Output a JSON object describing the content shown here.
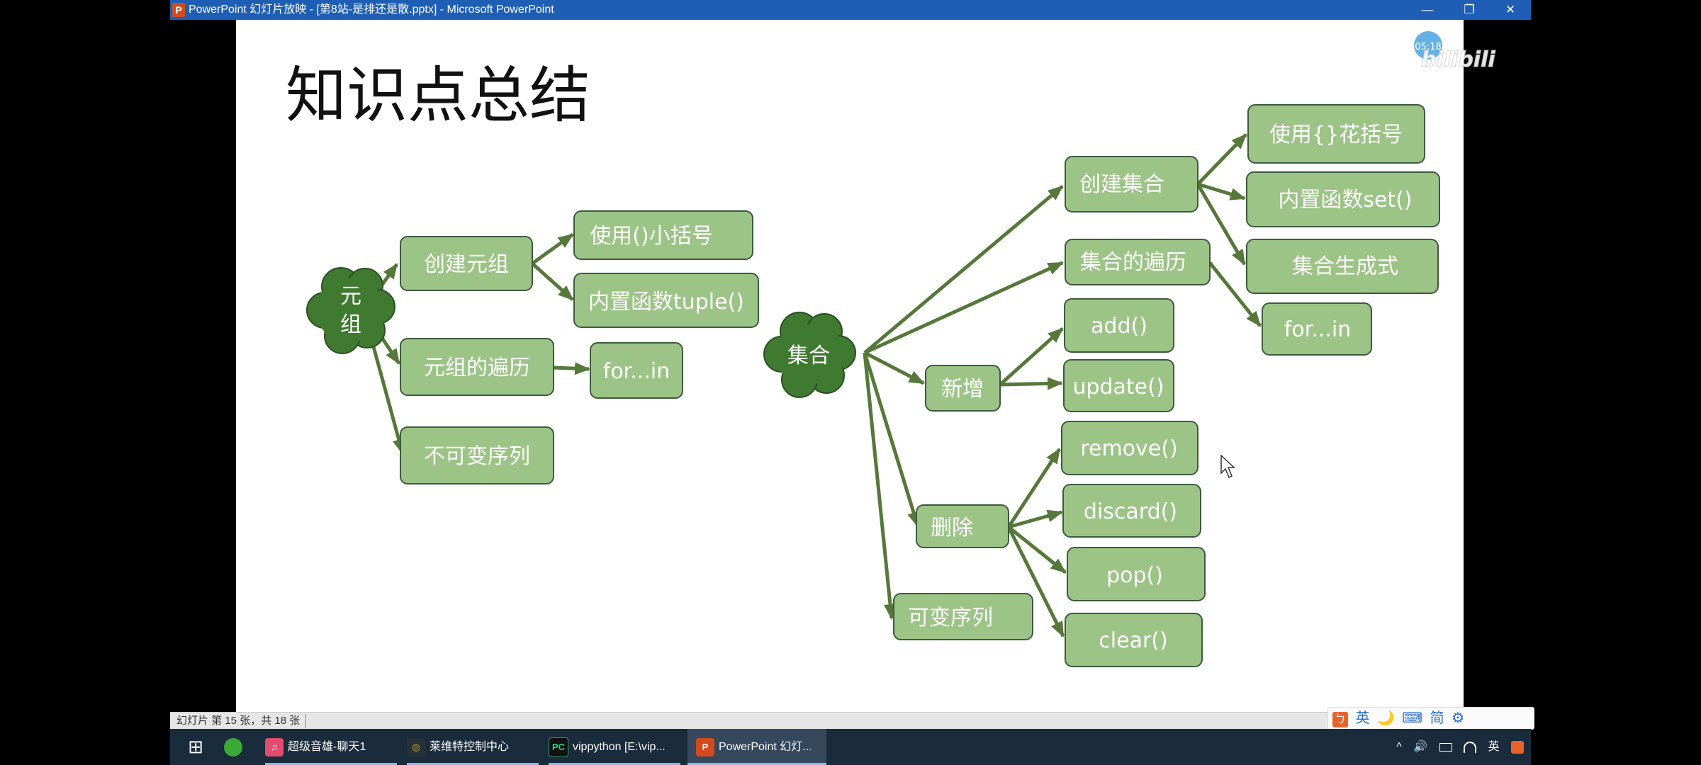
{
  "window": {
    "title": "PowerPoint 幻灯片放映 - [第8站-是排还是散.pptx] - Microsoft PowerPoint",
    "app_icon_letter": "P",
    "minimize_glyph": "—",
    "restore_glyph": "❐",
    "close_glyph": "✕"
  },
  "slide": {
    "title": "知识点总结",
    "tuple_root_label": [
      "元",
      "组"
    ],
    "set_root_label": "集合",
    "tuple": {
      "create": "创建元组",
      "create_paren": "使用()小括号",
      "create_builtin": "内置函数tuple()",
      "traverse": "元组的遍历",
      "traverse_forin": "for...in",
      "immutable": "不可变序列"
    },
    "set": {
      "create": "创建集合",
      "create_braces": "使用{}花括号",
      "create_builtin": "内置函数set()",
      "create_comprehension": "集合生成式",
      "traverse": "集合的遍历",
      "traverse_forin": "for...in",
      "add": "新增",
      "add_add": "add()",
      "add_update": "update()",
      "delete": "删除",
      "delete_remove": "remove()",
      "delete_discard": "discard()",
      "delete_pop": "pop()",
      "delete_clear": "clear()",
      "mutable": "可变序列"
    },
    "colors": {
      "box_fill": "#9cc487",
      "box_border": "#3d5a3e",
      "cloud_fill": "#3f7a30",
      "arrow": "#56783a"
    }
  },
  "watermark": {
    "badge": "05:18",
    "brand": "bilibili"
  },
  "statusbar": {
    "text": "幻灯片 第 15 张，共 18 张"
  },
  "ime": {
    "symbols": [
      "英",
      "🌙",
      "⌨",
      "简",
      "⚙"
    ]
  },
  "taskbar": {
    "start_glyph": "⊞",
    "items": [
      {
        "label": "超级音雄-聊天1",
        "icon": "♫"
      },
      {
        "label": "莱维特控制中心",
        "icon": "◎"
      },
      {
        "label": "vippython [E:\\vip...",
        "icon": "PC"
      },
      {
        "label": "PowerPoint 幻灯...",
        "icon": "P"
      }
    ],
    "tray": {
      "chevron": "^",
      "volume": "🔊",
      "lang": "英"
    }
  }
}
